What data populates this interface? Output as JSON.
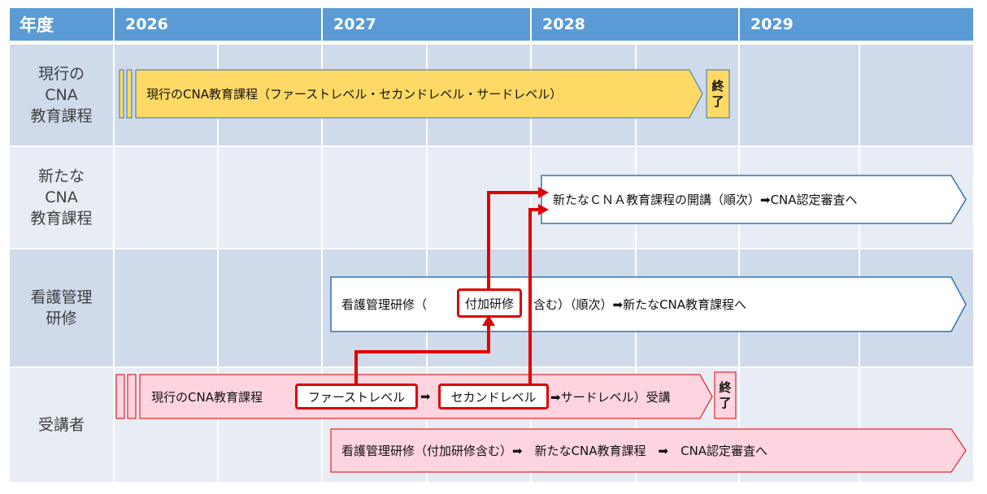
{
  "header": {
    "label": "年度",
    "years": [
      "2026",
      "2027",
      "2028",
      "2029"
    ]
  },
  "rows": [
    {
      "id": "current",
      "label": "現行の\nCNA\n教育課程"
    },
    {
      "id": "new",
      "label": "新たな\nCNA\n教育課程"
    },
    {
      "id": "mgmt",
      "label": "看護管理\n研修"
    },
    {
      "id": "trainee",
      "label": "受講者"
    }
  ],
  "bars": {
    "current": "現行のCNA教育課程（ファーストレベル・セカンドレベル・サードレベル）",
    "current_end": "終\n了",
    "new": "新たなＣＮＡ教育課程の開講（順次）➡CNA認定審査へ",
    "mgmt_prefix": "看護管理研修（",
    "mgmt_boxed": "付加研修",
    "mgmt_suffix": "含む）（順次）➡新たなCNA教育課程へ",
    "trainee_prefix": "現行のCNA教育課程",
    "trainee_first": "ファーストレベル",
    "trainee_arrow1": "➡",
    "trainee_second": "セカンドレベル",
    "trainee_suffix": "➡サードレベル）受講",
    "trainee_end": "終\n了",
    "trainee2": "看護管理研修（付加研修含む）➡　新たなCNA教育課程　➡　CNA認定審査へ"
  },
  "colors": {
    "header": "#5b9bd5",
    "row_dark": "#cfdaeb",
    "row_light": "#e8ecf4",
    "yellow_bar": "#ffd966",
    "pink_bar": "#fdd4e0",
    "blue_outline": "#2e75b6",
    "red_line": "#e00000"
  }
}
